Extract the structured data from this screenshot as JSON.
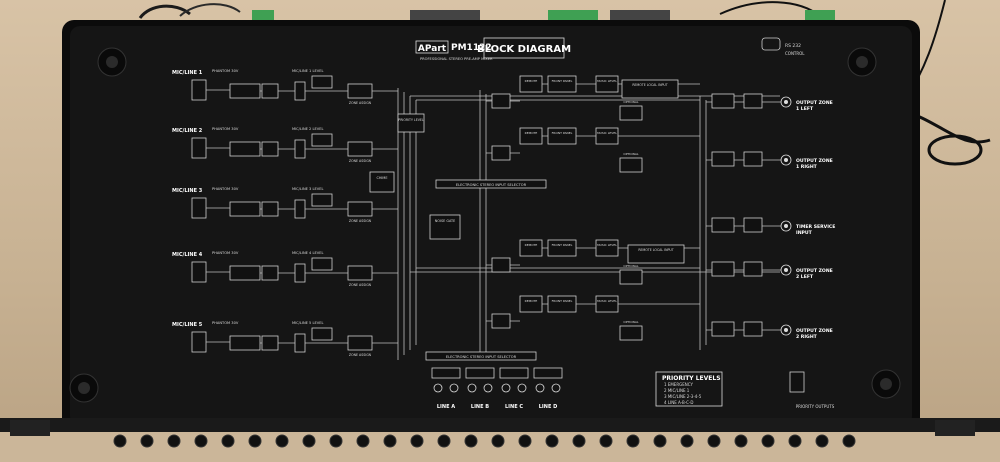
{
  "brand": {
    "logo": "APart",
    "model": "PM1122",
    "subtitle": "PROFESSIONAL STEREO PRE-AMP MIXER",
    "title": "BLOCK DIAGRAM"
  },
  "rs232": {
    "label": "RS 232",
    "sub": "CONTROL"
  },
  "inputs": [
    {
      "name": "MIC/LINE 1",
      "phantom": "PHANTOM 30V",
      "level": "MIC/LINE 1 LEVEL"
    },
    {
      "name": "MIC/LINE 2",
      "phantom": "PHANTOM 30V",
      "level": "MIC/LINE 2 LEVEL"
    },
    {
      "name": "MIC/LINE 3",
      "phantom": "PHANTOM 30V",
      "level": "MIC/LINE 3 LEVEL"
    },
    {
      "name": "MIC/LINE 4",
      "phantom": "PHANTOM 30V",
      "level": "MIC/LINE 4 LEVEL"
    },
    {
      "name": "MIC/LINE 5",
      "phantom": "PHANTOM 30V",
      "level": "MIC/LINE 5 LEVEL"
    }
  ],
  "blocks": {
    "zone_assign": "ZONE ASSIGN",
    "priority_level": "PRIORITY LEVEL",
    "selector_top": "ELECTRONIC STEREO INPUT SELECTOR",
    "selector_bottom": "ELECTRONIC STEREO INPUT SELECTOR",
    "noise_gate": "NOISE GATE",
    "chime": "CHIME",
    "front_panel": "FRONT PANEL",
    "remote": "REMOTE",
    "optional": "OPTIONAL",
    "remote_local_input": "REMOTE LOCAL INPUT",
    "music_level": "MUSIC LEVEL"
  },
  "outputs": [
    {
      "label": "OUTPUT ZONE 1 LEFT"
    },
    {
      "label": "OUTPUT ZONE 1 RIGHT"
    },
    {
      "label": "TIMER SERVICE INPUT"
    },
    {
      "label": "OUTPUT ZONE 2 LEFT"
    },
    {
      "label": "OUTPUT ZONE 2 RIGHT"
    }
  ],
  "line_inputs": [
    "LINE A",
    "LINE B",
    "LINE C",
    "LINE D"
  ],
  "priority": {
    "title": "PRIORITY LEVELS",
    "items": [
      "1 EMERGENCY",
      "2 MIC/LINE 1",
      "3 MIC/LINE 2-3-4-5",
      "4 LINE A-B-C-D"
    ],
    "outputs": "PRIORITY OUTPUTS"
  }
}
